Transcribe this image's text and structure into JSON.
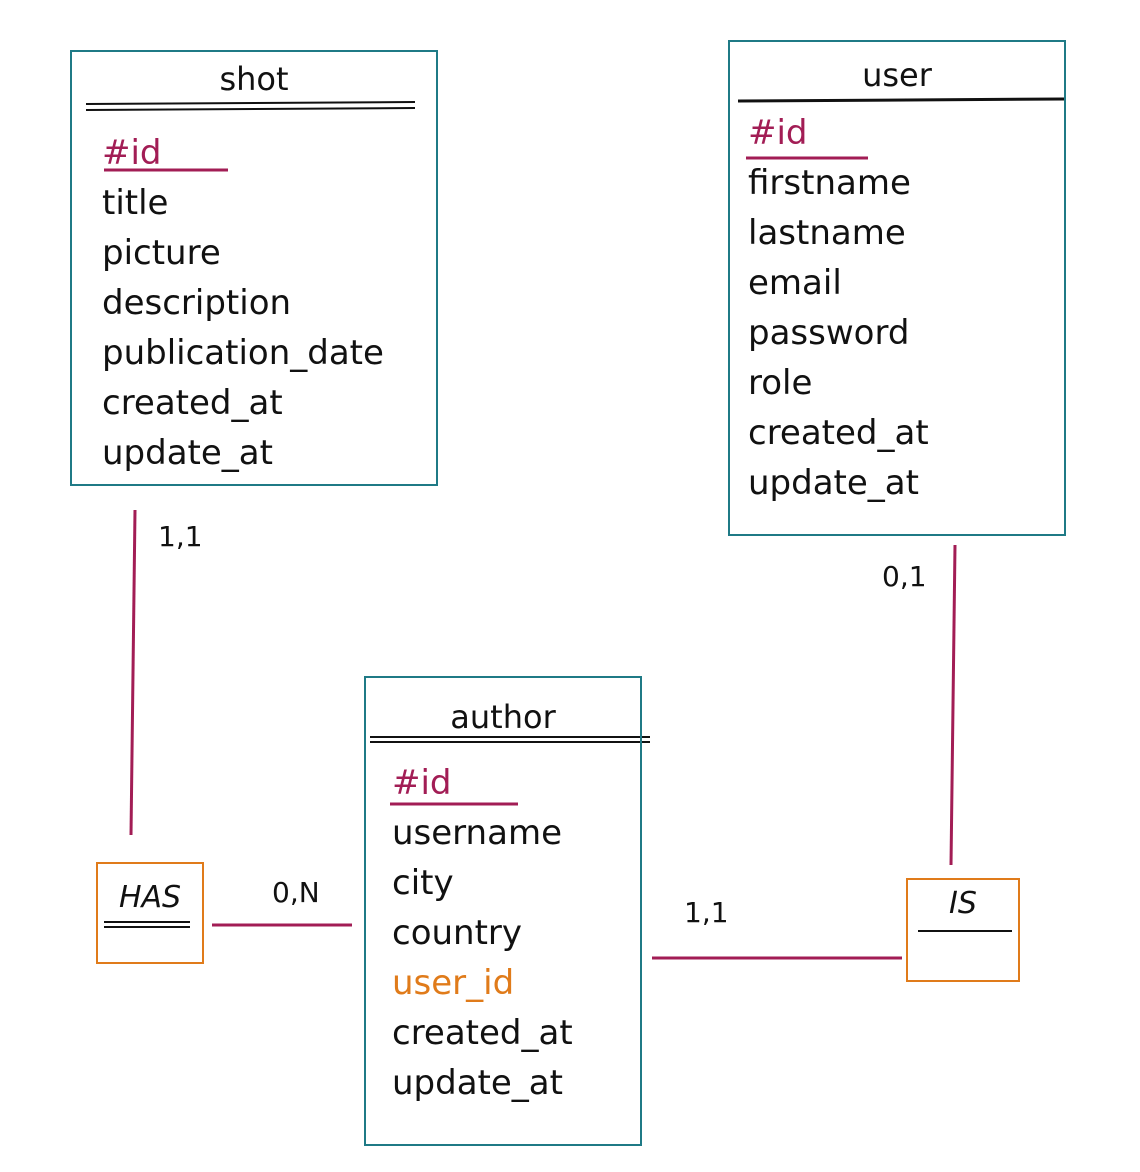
{
  "colors": {
    "entity_border": "#1f7a86",
    "association_border": "#e07b1a",
    "link_line": "#a21d55",
    "primary_key": "#a21d55",
    "foreign_key": "#e07b1a",
    "text": "#111111"
  },
  "entities": {
    "shot": {
      "name": "shot",
      "primary_key": "#id",
      "attributes": [
        "title",
        "picture",
        "description",
        "publication_date",
        "created_at",
        "update_at"
      ]
    },
    "user": {
      "name": "user",
      "primary_key": "#id",
      "attributes": [
        "firstname",
        "lastname",
        "email",
        "password",
        "role",
        "created_at",
        "update_at"
      ]
    },
    "author": {
      "name": "author",
      "primary_key": "#id",
      "attributes": [
        "username",
        "city",
        "country"
      ],
      "foreign_key": "user_id",
      "attributes_after": [
        "created_at",
        "update_at"
      ]
    }
  },
  "associations": {
    "has": {
      "name": "HAS"
    },
    "is": {
      "name": "IS"
    }
  },
  "cardinalities": {
    "shot_has": "1,1",
    "has_author": "0,N",
    "user_is": "0,1",
    "author_is": "1,1"
  }
}
